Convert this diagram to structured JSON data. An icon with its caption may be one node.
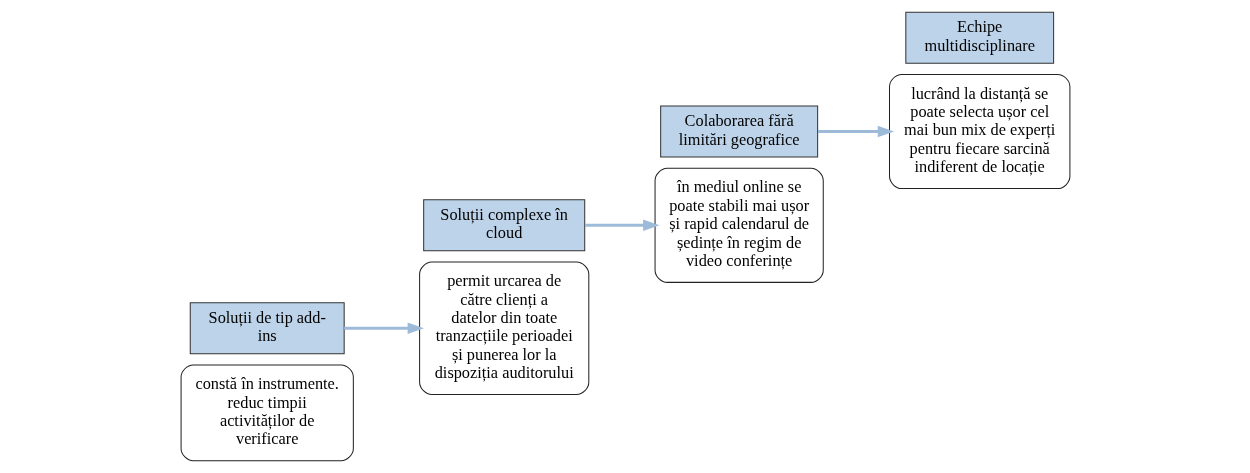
{
  "diagram": {
    "nodes": [
      {
        "text": [
          "constă în instrumente. reduc timpii activităților de verificare"
        ]
      },
      {
        "text": [
          "Soluții de tip add-ins"
        ]
      },
      {
        "text": [
          "Soluții complexe în cloud"
        ]
      },
      {
        "text": [
          "permit urcarea de către clienți a datelor din toate tranzacțiile perioadei și punerea lor la dispoziția auditorului"
        ]
      },
      {
        "text": [
          "în mediul online se poate stabili mai ușor și rapid calendarul de ședințe în regim de video conferințe"
        ]
      },
      {
        "text": [
          "Colaborarea fără limitări geografice"
        ]
      },
      {
        "text": [
          "Echipe multidisciplinare"
        ]
      },
      {
        "text": [
          "lucrând la distanță se poate selecta ușor cel mai bun mix de experți pentru fiecare sarcină indiferent de locație"
        ]
      }
    ],
    "edges": [
      {
        "from": 1,
        "to": 3,
        "arrow": "to"
      },
      {
        "from": 2,
        "to": 4,
        "arrow": "to"
      },
      {
        "from": 5,
        "to": 7,
        "arrow": "to"
      }
    ]
  }
}
